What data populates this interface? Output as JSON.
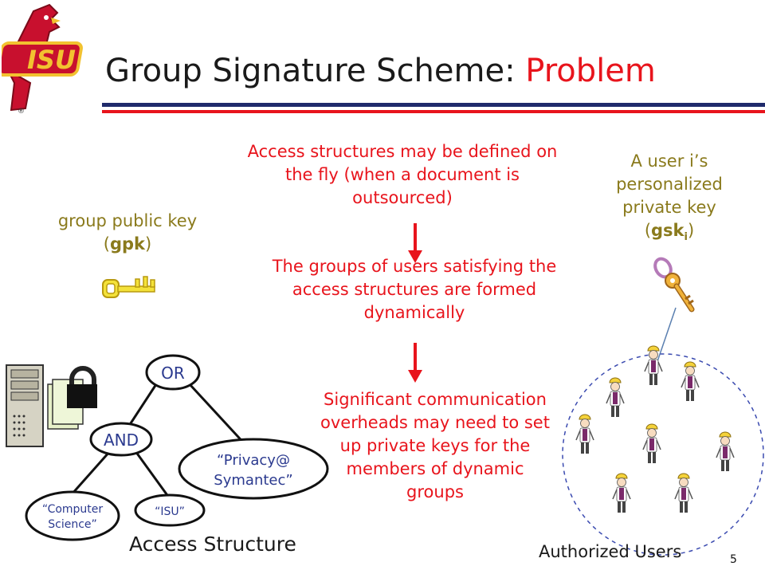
{
  "slide": {
    "title_main": "Group Signature Scheme: ",
    "title_accent": "Problem",
    "page_number": "5"
  },
  "logo": {
    "text": "ISU"
  },
  "left": {
    "gpk_line1": "group public key",
    "gpk_paren_open": "(",
    "gpk_abbr": "gpk",
    "gpk_paren_close": ")"
  },
  "center": {
    "step1": "Access structures may be defined on the fly (when a document is outsourced)",
    "step2": "The groups of users satisfying the access structures are formed dynamically",
    "step3": "Significant communication overheads may need to set up private keys for the members of dynamic groups"
  },
  "right": {
    "gsk_line1": "A user i’s",
    "gsk_line2": "personalized",
    "gsk_line3": "private key",
    "gsk_paren_open": "(",
    "gsk_abbr": "gsk",
    "gsk_sub": "i",
    "gsk_paren_close": ")",
    "users_label": "Authorized Users"
  },
  "tree": {
    "root": "OR",
    "and": "AND",
    "leaf_privacy_1": "“Privacy@",
    "leaf_privacy_2": "Symantec”",
    "leaf_cs_1": "“Computer",
    "leaf_cs_2": "Science”",
    "leaf_isu": "“ISU”",
    "label": "Access Structure"
  },
  "colors": {
    "accent_red": "#e8141c",
    "navy": "#1f2a6b",
    "olive": "#8a7a1c",
    "tree_text": "#2b3a8f"
  }
}
